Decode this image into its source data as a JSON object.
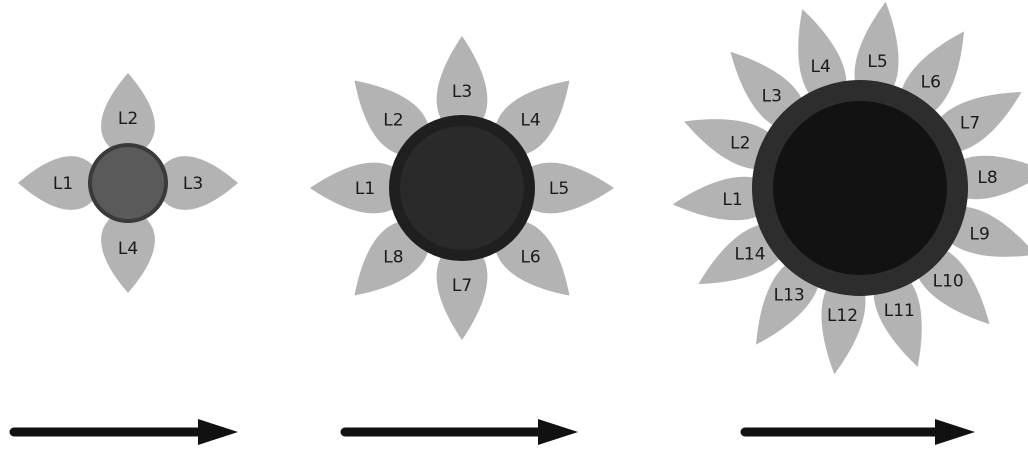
{
  "colors": {
    "petal": "#b3b3b3",
    "label": "#1a1a1a",
    "arrow": "#111111",
    "flower1_center": "#5a5a5a",
    "flower1_center_edge": "#3a3a3a",
    "flower2_center": "#2a2a2a",
    "flower2_center_edge": "#1f1f1f",
    "flower3_center": "#121212",
    "flower3_center_edge": "#2d2d2d"
  },
  "flowers": [
    {
      "id": "flower-1",
      "petal_labels": [
        "L1",
        "L2",
        "L3",
        "L4"
      ]
    },
    {
      "id": "flower-2",
      "petal_labels": [
        "L1",
        "L2",
        "L3",
        "L4",
        "L5",
        "L6",
        "L7",
        "L8"
      ]
    },
    {
      "id": "flower-3",
      "petal_labels": [
        "L1",
        "L2",
        "L3",
        "L4",
        "L5",
        "L6",
        "L7",
        "L8",
        "L9",
        "L10",
        "L11",
        "L12",
        "L13",
        "L14"
      ]
    }
  ],
  "arrows": [
    {
      "id": "arrow-1",
      "icon": "arrow-right-icon"
    },
    {
      "id": "arrow-2",
      "icon": "arrow-right-icon"
    },
    {
      "id": "arrow-3",
      "icon": "arrow-right-icon"
    }
  ]
}
